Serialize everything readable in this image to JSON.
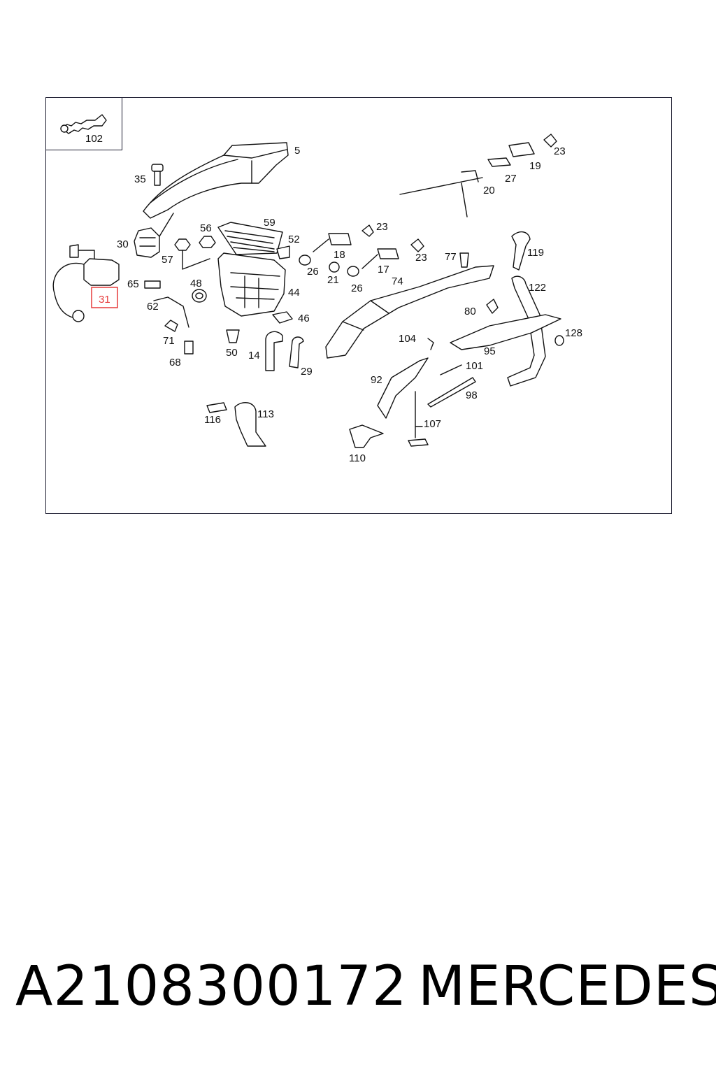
{
  "diagram": {
    "inset_label": "102",
    "highlight_label": "31",
    "highlight_color": "#e63b3b",
    "callouts": [
      "5",
      "35",
      "30",
      "56",
      "59",
      "52",
      "57",
      "48",
      "44",
      "46",
      "65",
      "62",
      "71",
      "68",
      "50",
      "14",
      "29",
      "26",
      "18",
      "21",
      "26",
      "23",
      "17",
      "23",
      "77",
      "74",
      "119",
      "122",
      "80",
      "104",
      "128",
      "95",
      "101",
      "92",
      "98",
      "107",
      "110",
      "23",
      "19",
      "27",
      "20",
      "116",
      "113"
    ]
  },
  "footer": {
    "part_number": "A2108300172",
    "brand": "MERCEDES"
  }
}
